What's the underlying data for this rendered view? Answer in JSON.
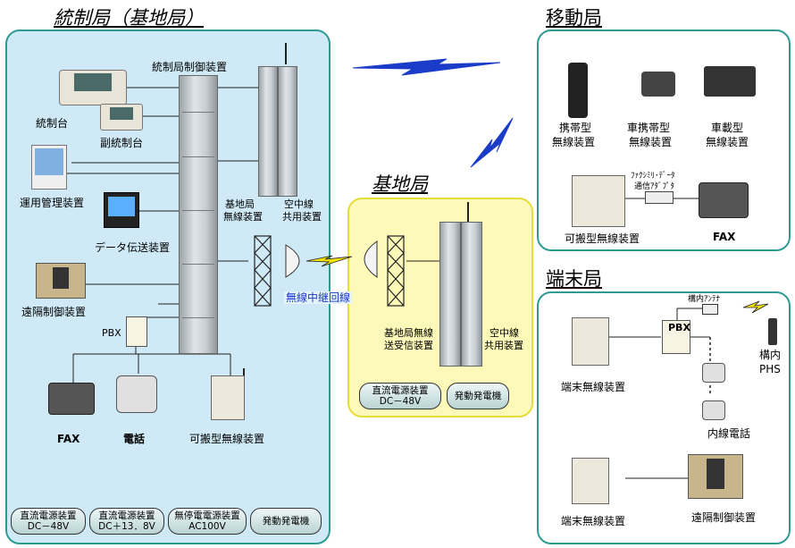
{
  "sections": {
    "control": {
      "title": "統制局（基地局）",
      "labels": {
        "control_equipment": "統制局制御装置",
        "console": "統制台",
        "sub_console": "副統制台",
        "ops_mgmt": "運用管理装置",
        "data_transfer": "データ伝送装置",
        "remote_control": "遠隔制御装置",
        "pbx": "PBX",
        "base_radio_l1": "基地局",
        "base_radio_l2": "無線装置",
        "antenna_share_l1": "空中線",
        "antenna_share_l2": "共用装置",
        "fax": "FAX",
        "phone": "電話",
        "portable_radio": "可搬型無線装置",
        "relay_line": "無線中継回線"
      },
      "power": [
        {
          "l1": "直流電源装置",
          "l2": "DC－48V"
        },
        {
          "l1": "直流電源装置",
          "l2": "DC＋13．8V"
        },
        {
          "l1": "無停電電源装置",
          "l2": "AC100V"
        },
        {
          "l1": "発動発電機",
          "l2": ""
        }
      ]
    },
    "base": {
      "title": "基地局",
      "labels": {
        "tx_l1": "基地局無線",
        "tx_l2": "送受信装置",
        "ant_l1": "空中線",
        "ant_l2": "共用装置"
      },
      "power": [
        {
          "l1": "直流電源装置",
          "l2": "DC－48V"
        },
        {
          "l1": "発動発電機",
          "l2": ""
        }
      ]
    },
    "mobile": {
      "title": "移動局",
      "labels": {
        "handheld_l1": "携帯型",
        "handheld_l2": "無線装置",
        "vehicle_portable_l1": "車携帯型",
        "vehicle_portable_l2": "無線装置",
        "vehicle_l1": "車載型",
        "vehicle_l2": "無線装置",
        "adapter_l1": "ﾌｧｸｼﾐﾘ･ﾃﾞｰﾀ",
        "adapter_l2": "通信ｱﾀﾞﾌﾟﾀ",
        "portable_radio": "可搬型無線装置",
        "fax": "FAX"
      }
    },
    "terminal": {
      "title": "端末局",
      "labels": {
        "in_antenna": "構内ｱﾝﾃﾅ",
        "pbx": "PBX",
        "phs_l1": "構内",
        "phs_l2": "PHS",
        "terminal_radio_1": "端末無線装置",
        "extension_phone": "内線電話",
        "terminal_radio_2": "端末無線装置",
        "remote_control": "遠隔制御装置"
      }
    }
  },
  "colors": {
    "panel_border": "#2e9a94",
    "control_fill": "#cfeaf6",
    "base_fill": "#fdf9b8",
    "base_border": "#e6dc3a",
    "link_blue": "#1a3cc8",
    "bolt_yellow": "#f2e10a"
  }
}
